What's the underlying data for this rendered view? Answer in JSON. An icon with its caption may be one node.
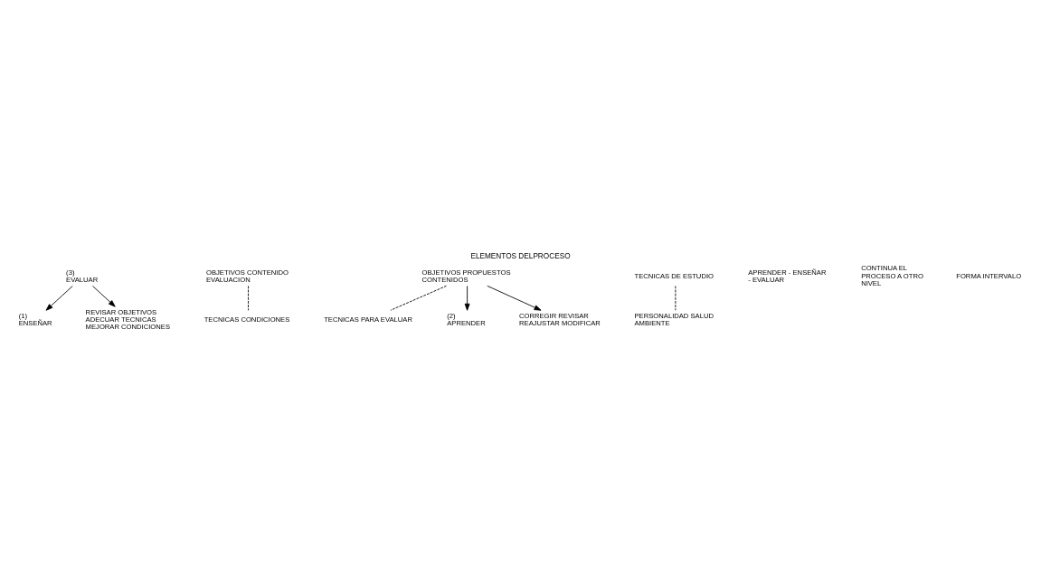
{
  "diagram": {
    "title": "ELEMENTOS DELPROCESO",
    "nodes": [
      {
        "text": [
          "(1)",
          "ENSEÑAR"
        ]
      },
      {
        "text": [
          "REVISAR OBJETIVOS ADECUAR TECNICAS MEJORAR CONDICIONES"
        ]
      },
      {
        "text": [
          "OBJETIVOS CONTENIDO EVALUACION"
        ]
      },
      {
        "text": [
          "TECNICAS CONDICIONES"
        ]
      },
      {
        "text": [
          "(3)",
          "EVALUAR"
        ]
      },
      {
        "text": [
          "OBJETIVOS PROPUESTOS CONTENIDOS"
        ]
      },
      {
        "text": [
          "TECNICAS PARA EVALUAR"
        ]
      },
      {
        "text": [
          "(2)",
          "APRENDER"
        ]
      },
      {
        "text": [
          "TECNICAS DE ESTUDIO"
        ]
      },
      {
        "text": [
          "PERSONALIDAD SALUD AMBIENTE"
        ]
      },
      {
        "text": [
          "CORREGIR REVISAR REAJUSTAR MODIFICAR"
        ]
      }
    ],
    "edges": [
      {
        "from": 4,
        "to": 0,
        "arrow": "to"
      },
      {
        "from": 4,
        "to": 1,
        "arrow": "to"
      },
      {
        "from": 2,
        "to": 3,
        "arrow": "none",
        "style": "dashed"
      },
      {
        "from": 5,
        "to": 6,
        "arrow": "none",
        "style": "dashed"
      },
      {
        "from": 5,
        "to": 7,
        "arrow": "to"
      },
      {
        "from": 5,
        "to": 10,
        "arrow": "to"
      },
      {
        "from": 8,
        "to": 9,
        "arrow": "none",
        "style": "dashed"
      }
    ],
    "labels": [
      "APRENDER - ENSEÑAR - EVALUAR",
      "CONTINUA EL PROCESO A OTRO NIVEL",
      "FORMA INTERVALO"
    ]
  }
}
